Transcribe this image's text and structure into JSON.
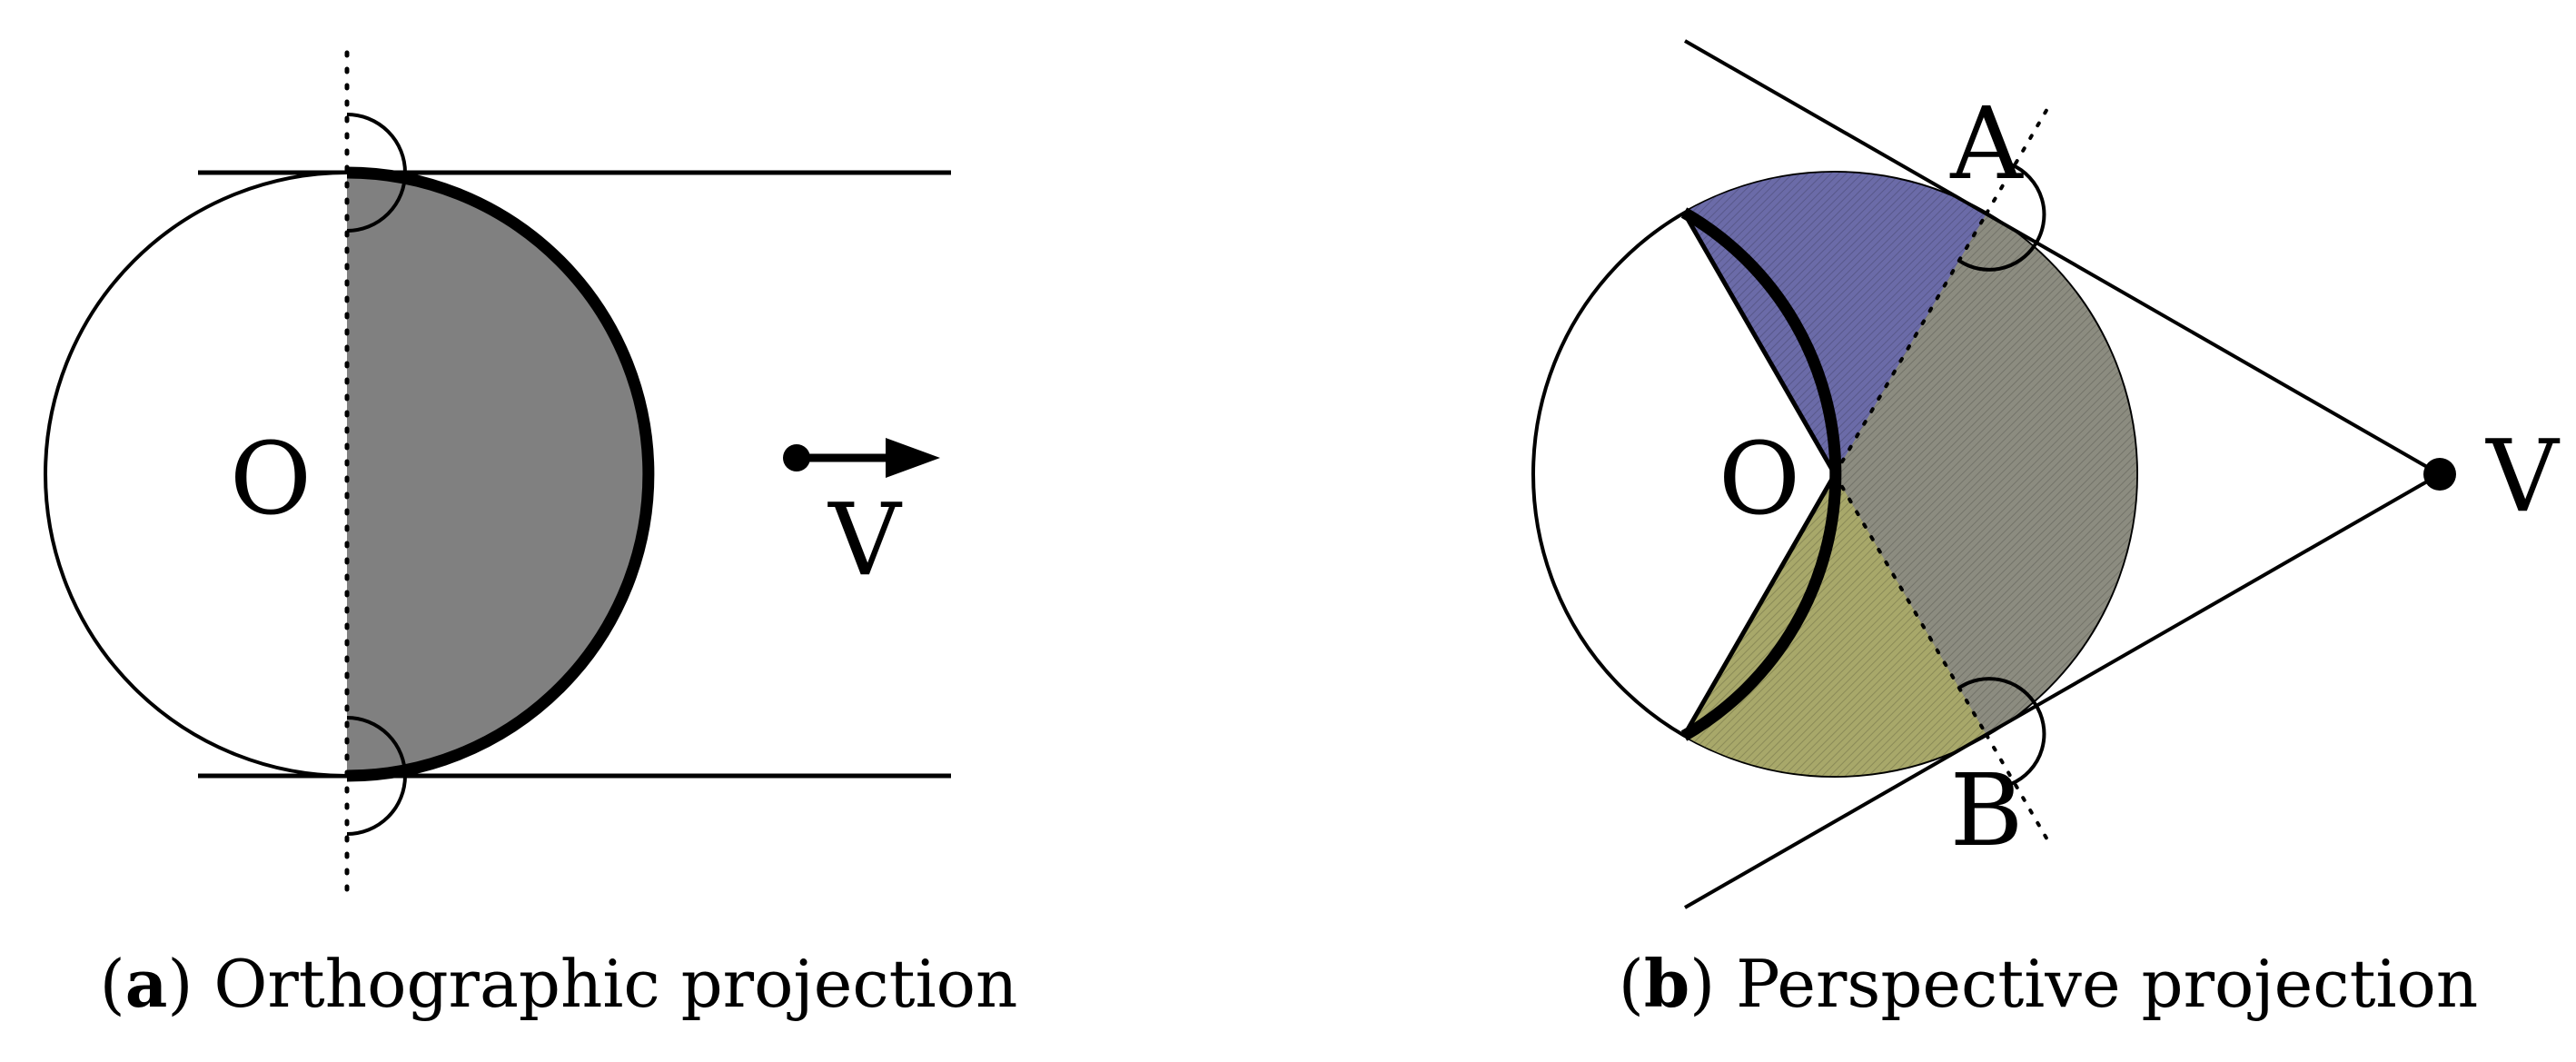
{
  "panels": {
    "a": {
      "caption_letter": "a",
      "caption_text": " Orthographic projection",
      "center_label": "O",
      "viewpoint_label": "V"
    },
    "b": {
      "caption_letter": "b",
      "caption_text": " Perspective projection",
      "center_label": "O",
      "viewpoint_label": "V",
      "tangent_label_top": "A",
      "tangent_label_bottom": "B"
    }
  },
  "colors": {
    "visible_fill": "#808080",
    "sector_top": "#6b6ba8",
    "sector_bottom": "#a8a86a",
    "overlap": "#8c8c80",
    "stroke": "#000000"
  }
}
